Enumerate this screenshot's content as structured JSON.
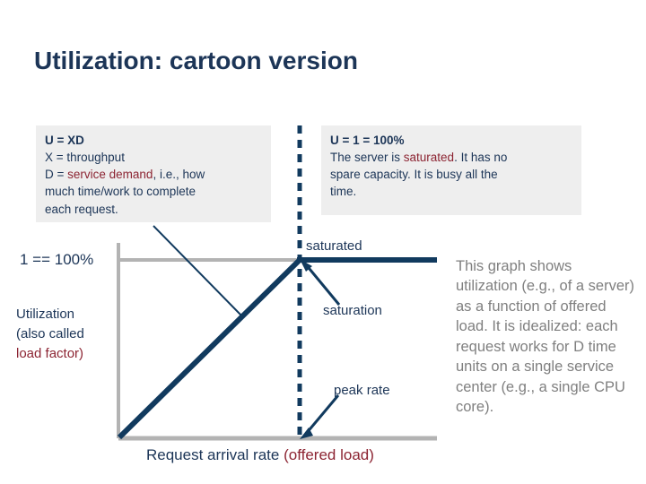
{
  "slide": {
    "title": "Utilization: cartoon version",
    "colors": {
      "navy": "#1c3557",
      "line_navy": "#113a5e",
      "accent_red": "#8c2432",
      "gray_text": "#7f7f7f",
      "axis_gray": "#b3b3b3",
      "box_bg": "#eeeeee",
      "background": "#ffffff"
    }
  },
  "callout_left": {
    "name": "utilization-formula-box",
    "line1_bold": "U = XD",
    "line2": "X = throughput",
    "line3_prefix": "D = ",
    "line3_highlight": "service demand",
    "line3_suffix": ", i.e., how",
    "line4": "much time/work to complete",
    "line5": "each request."
  },
  "callout_right": {
    "name": "saturation-definition-box",
    "line1_bold": "U = 1 = 100%",
    "line2_prefix": "The server is ",
    "line2_highlight": "saturated",
    "line2_suffix": ".  It has no",
    "line3": "spare capacity.  It is busy all the",
    "line4": "time."
  },
  "chart_labels": {
    "y_top": "1 == 100%",
    "y_axis_line1": "Utilization",
    "y_axis_line2": "(also called",
    "y_axis_line3_highlight": "load factor)",
    "saturated": "saturated",
    "saturation": "saturation",
    "peak_rate": "peak rate",
    "x_axis_prefix": "Request arrival rate ",
    "x_axis_highlight": "(offered load)"
  },
  "explanation": {
    "text": "This graph shows utilization (e.g., of a server) as a function of offered load.  It is idealized: each request works for D time units on a single service center (e.g., a single CPU core)."
  },
  "chart_data": {
    "type": "line",
    "title": "Utilization: cartoon version",
    "xlabel": "Request arrival rate (offered load)",
    "ylabel": "Utilization (also called load factor)",
    "xlim": [
      0,
      1.45
    ],
    "ylim": [
      0,
      1.12
    ],
    "grid": false,
    "legend": null,
    "series": [
      {
        "name": "utilization",
        "style": "solid-thick",
        "color": "#113a5e",
        "x": [
          0.0,
          1.0,
          1.45
        ],
        "y": [
          0.0,
          1.0,
          1.0
        ]
      },
      {
        "name": "saturation-threshold",
        "style": "dashed-vertical",
        "color": "#113a5e",
        "x": [
          1.0,
          1.0
        ],
        "y": [
          0.0,
          1.75
        ]
      },
      {
        "name": "one-hundred-percent-gridline",
        "style": "solid-thin-gray",
        "color": "#b3b3b3",
        "x": [
          0.0,
          1.45
        ],
        "y": [
          1.0,
          1.0
        ]
      }
    ],
    "annotations": [
      {
        "text": "saturated",
        "x": 1.02,
        "y": 1.02,
        "arrow_to": null
      },
      {
        "text": "saturation",
        "x": 1.12,
        "y": 0.7,
        "arrow_to": [
          1.0,
          1.0
        ]
      },
      {
        "text": "peak rate",
        "x": 1.15,
        "y": 0.24,
        "arrow_to": [
          1.0,
          0.0
        ]
      },
      {
        "text": "1 == 100%",
        "x": -0.32,
        "y": 1.0,
        "arrow_to": null
      }
    ],
    "ytick_labels": [
      "1 == 100%"
    ],
    "xtick_labels": []
  }
}
